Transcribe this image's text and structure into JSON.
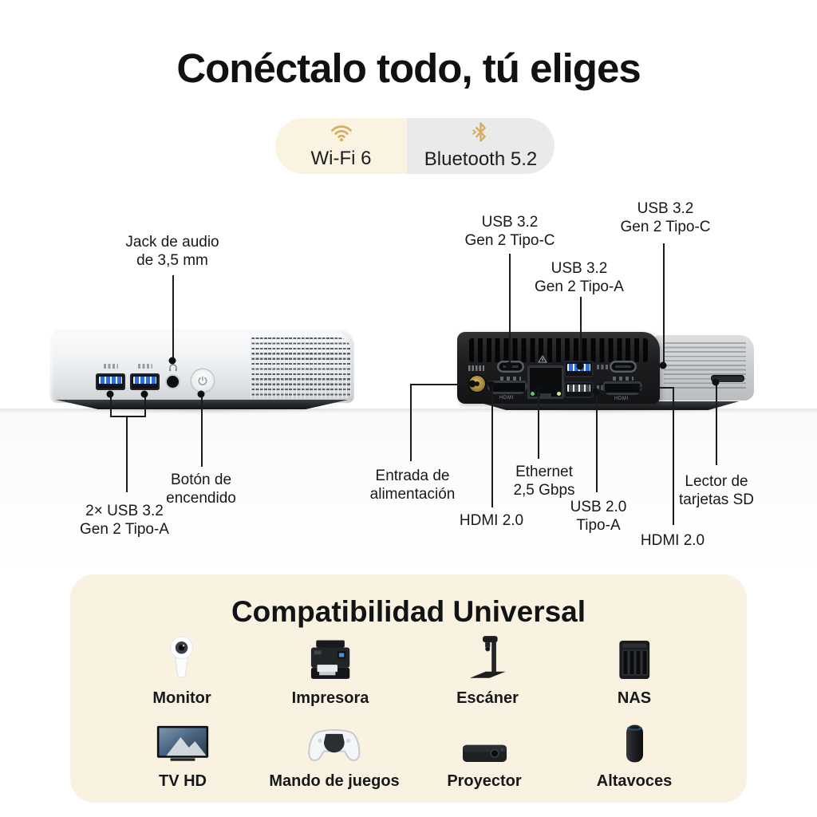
{
  "title": "Conéctalo todo, tú eliges",
  "badges": {
    "wifi_label": "Wi-Fi 6",
    "bluetooth_label": "Bluetooth 5.2"
  },
  "front_device": {
    "audio_jack_label": "Jack de audio\nde 3,5 mm",
    "usb_label": "2× USB 3.2\nGen 2 Tipo-A",
    "power_label": "Botón de\nencendido"
  },
  "rear_device": {
    "usb_c_left_label": "USB 3.2\nGen 2 Tipo-C",
    "usb_a_label": "USB 3.2\nGen 2 Tipo-A",
    "usb_c_right_label": "USB 3.2\nGen 2 Tipo-C",
    "power_in_label": "Entrada de\nalimentación",
    "hdmi_left_label": "HDMI 2.0",
    "ethernet_label": "Ethernet\n2,5 Gbps",
    "usb_2_label": "USB 2.0\nTipo-A",
    "hdmi_right_label": "HDMI 2.0",
    "sd_label": "Lector de\ntarjetas SD",
    "hdmi_marking": "HDMI"
  },
  "compatibility": {
    "title": "Compatibilidad Universal",
    "row1": [
      {
        "label": "Monitor",
        "icon": "security-camera-icon"
      },
      {
        "label": "Impresora",
        "icon": "printer-icon"
      },
      {
        "label": "Escáner",
        "icon": "scanner-icon"
      },
      {
        "label": "NAS",
        "icon": "nas-icon"
      }
    ],
    "row2": [
      {
        "label": "TV HD",
        "icon": "tv-icon"
      },
      {
        "label": "Mando de juegos",
        "icon": "gamepad-icon"
      },
      {
        "label": "Proyector",
        "icon": "projector-icon"
      },
      {
        "label": "Altavoces",
        "icon": "speaker-icon"
      }
    ]
  },
  "colors": {
    "badge_cream": "#faf3e2",
    "badge_gray": "#e9eaea",
    "icon_gold": "#d9ab5d",
    "card_bg": "#faf2e1",
    "usb_blue": "#2e6fd6"
  }
}
